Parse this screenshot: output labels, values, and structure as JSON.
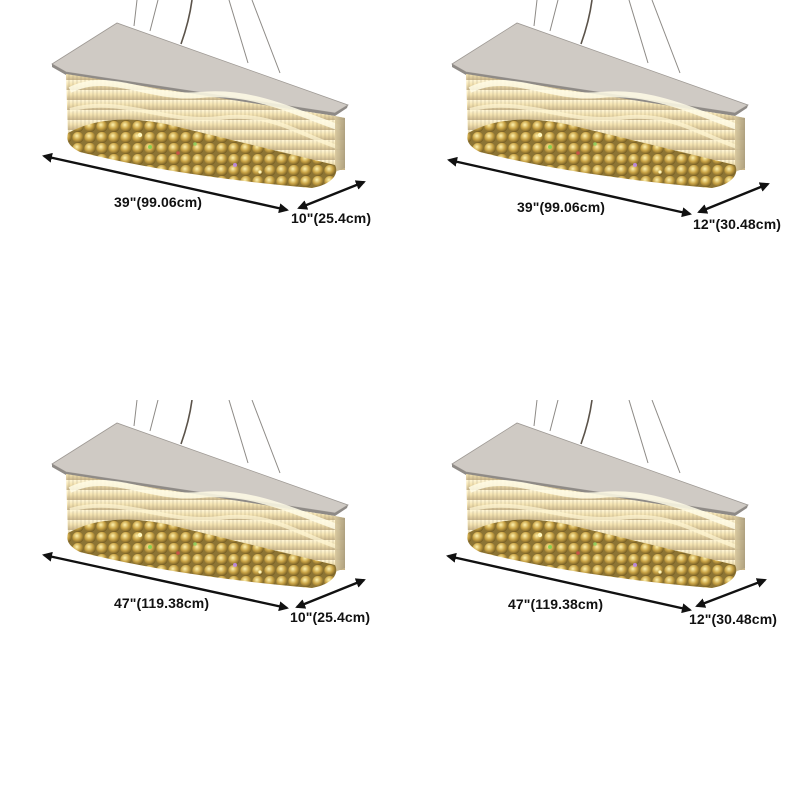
{
  "variants": [
    {
      "id": "39x10",
      "length_label": "39\"(99.06cm)",
      "width_label": "10\"(25.4cm)"
    },
    {
      "id": "39x12",
      "length_label": "39\"(99.06cm)",
      "width_label": "12\"(30.48cm)"
    },
    {
      "id": "47x10",
      "length_label": "47\"(119.38cm)",
      "width_label": "10\"(25.4cm)"
    },
    {
      "id": "47x12",
      "length_label": "47\"(119.38cm)",
      "width_label": "12\"(30.48cm)"
    }
  ],
  "colors": {
    "background": "#ffffff",
    "frame": "#b9b4ae",
    "glow": "#fff3c8",
    "crystal": "#b9963f",
    "arrow": "#111111"
  }
}
